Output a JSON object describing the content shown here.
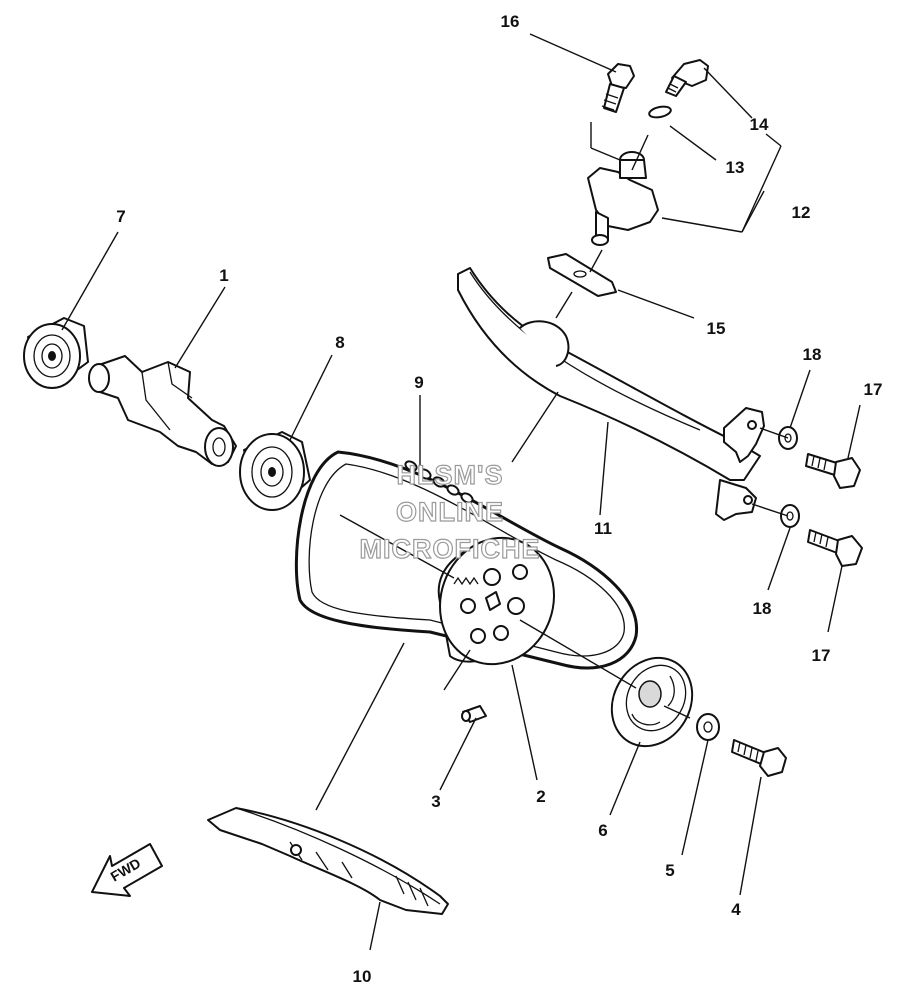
{
  "diagram": {
    "callouts": [
      "1",
      "2",
      "3",
      "4",
      "5",
      "6",
      "7",
      "8",
      "9",
      "10",
      "11",
      "12",
      "13",
      "14",
      "15",
      "16",
      "17",
      "17",
      "18",
      "18"
    ],
    "watermark": [
      "HLSM'S",
      "ONLINE",
      "MICROFICHE"
    ],
    "direction_label": "FWD"
  }
}
